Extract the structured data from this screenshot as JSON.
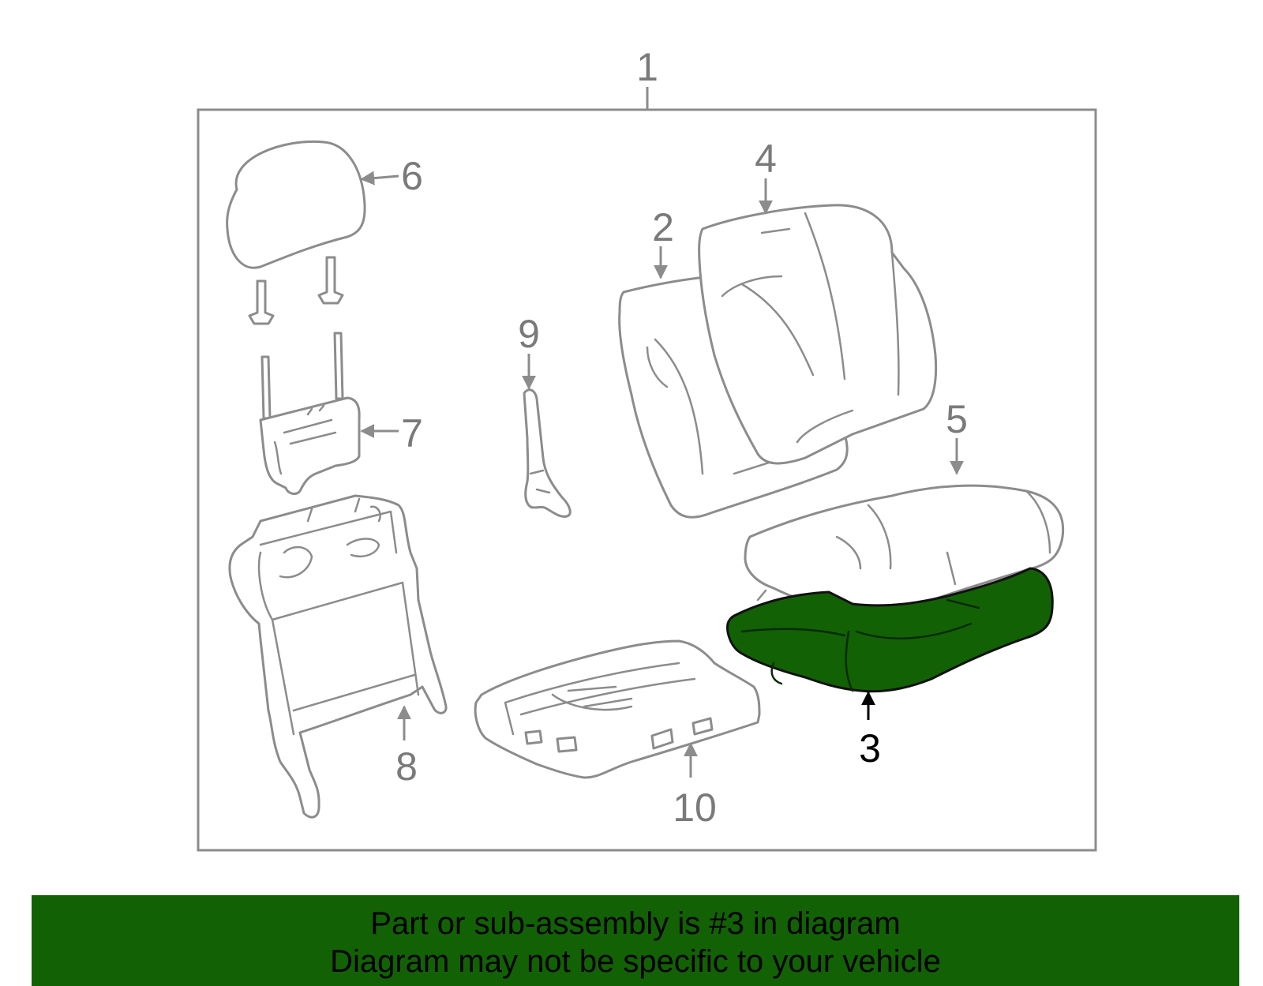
{
  "diagram": {
    "callouts": [
      {
        "id": "1",
        "label": "1"
      },
      {
        "id": "2",
        "label": "2"
      },
      {
        "id": "3",
        "label": "3"
      },
      {
        "id": "4",
        "label": "4"
      },
      {
        "id": "5",
        "label": "5"
      },
      {
        "id": "6",
        "label": "6"
      },
      {
        "id": "7",
        "label": "7"
      },
      {
        "id": "8",
        "label": "8"
      },
      {
        "id": "9",
        "label": "9"
      },
      {
        "id": "10",
        "label": "10"
      }
    ],
    "highlighted_part": "3",
    "colors": {
      "highlight_fill": "#126105",
      "banner_background": "#126105",
      "line_art": "#8c8c8c",
      "label_gray": "#7a7a7a",
      "highlight_label": "#000000"
    }
  },
  "banner": {
    "line1": "Part or sub-assembly is #3 in diagram",
    "line2": "Diagram may not be specific to your vehicle"
  }
}
